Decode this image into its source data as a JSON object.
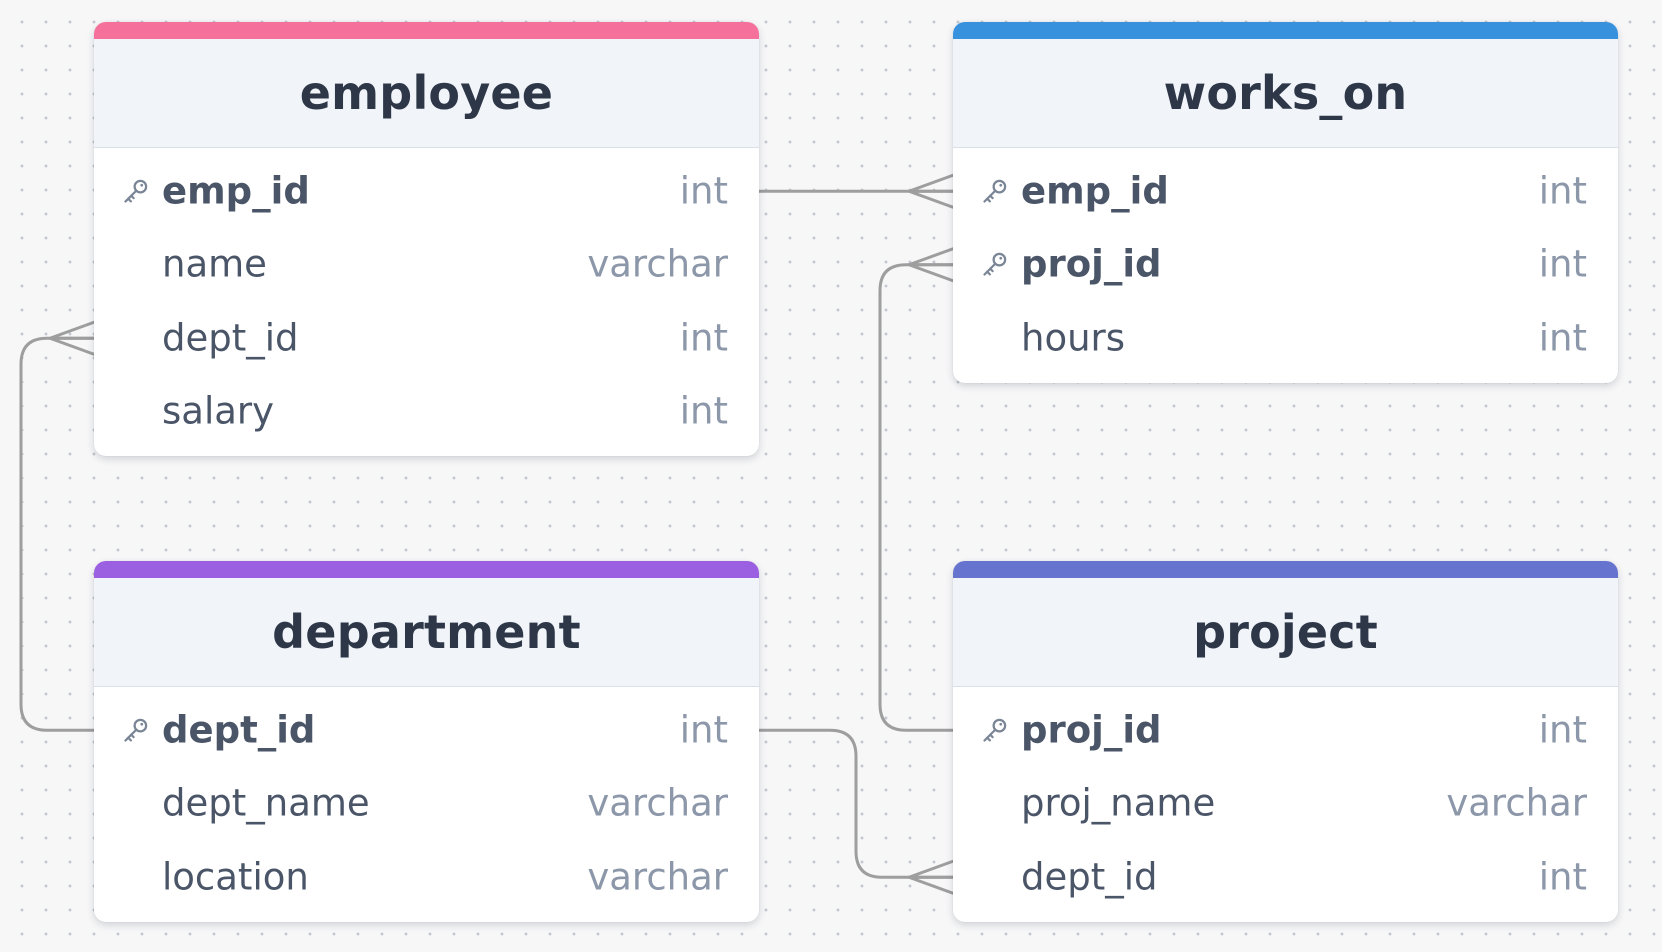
{
  "diagram": {
    "tables": [
      {
        "id": "employee",
        "title": "employee",
        "accent_color": "#f5719b",
        "columns": [
          {
            "name": "emp_id",
            "type": "int",
            "primary_key": true
          },
          {
            "name": "name",
            "type": "varchar",
            "primary_key": false
          },
          {
            "name": "dept_id",
            "type": "int",
            "primary_key": false
          },
          {
            "name": "salary",
            "type": "int",
            "primary_key": false
          }
        ]
      },
      {
        "id": "works_on",
        "title": "works_on",
        "accent_color": "#3891dd",
        "columns": [
          {
            "name": "emp_id",
            "type": "int",
            "primary_key": true
          },
          {
            "name": "proj_id",
            "type": "int",
            "primary_key": true
          },
          {
            "name": "hours",
            "type": "int",
            "primary_key": false
          }
        ]
      },
      {
        "id": "department",
        "title": "department",
        "accent_color": "#9b5fe1",
        "columns": [
          {
            "name": "dept_id",
            "type": "int",
            "primary_key": true
          },
          {
            "name": "dept_name",
            "type": "varchar",
            "primary_key": false
          },
          {
            "name": "location",
            "type": "varchar",
            "primary_key": false
          }
        ]
      },
      {
        "id": "project",
        "title": "project",
        "accent_color": "#6674d0",
        "columns": [
          {
            "name": "proj_id",
            "type": "int",
            "primary_key": true
          },
          {
            "name": "proj_name",
            "type": "varchar",
            "primary_key": false
          },
          {
            "name": "dept_id",
            "type": "int",
            "primary_key": false
          }
        ]
      }
    ],
    "relationships": [
      {
        "from": "employee.emp_id",
        "to": "works_on.emp_id",
        "cardinality": "one-to-many"
      },
      {
        "from": "department.dept_id",
        "to": "employee.dept_id",
        "cardinality": "one-to-many"
      },
      {
        "from": "project.proj_id",
        "to": "works_on.proj_id",
        "cardinality": "one-to-many"
      },
      {
        "from": "department.dept_id",
        "to": "project.dept_id",
        "cardinality": "one-to-many"
      }
    ],
    "connector_color": "#9e9e9e"
  }
}
